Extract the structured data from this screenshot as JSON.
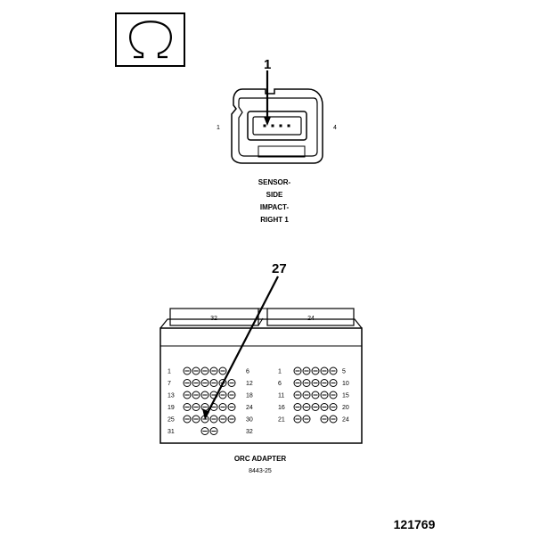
{
  "diagram": {
    "callout_sensor": "1",
    "callout_adapter": "27",
    "sensor_pin_left": "1",
    "sensor_pin_right": "4",
    "sensor_label_lines": [
      "SENSOR-",
      "SIDE",
      "IMPACT-",
      "RIGHT 1"
    ],
    "adapter_left_header": "32",
    "adapter_right_header": "24",
    "adapter_left_rows": [
      {
        "start": "1",
        "end": "6",
        "cavities": 5
      },
      {
        "start": "7",
        "end": "12",
        "cavities": 6
      },
      {
        "start": "13",
        "end": "18",
        "cavities": 6
      },
      {
        "start": "19",
        "end": "24",
        "cavities": 6
      },
      {
        "start": "25",
        "end": "30",
        "cavities": 6
      },
      {
        "start": "31",
        "end": "32",
        "cavities": 2
      }
    ],
    "adapter_right_rows": [
      {
        "start": "1",
        "end": "5",
        "cavities": 5
      },
      {
        "start": "6",
        "end": "10",
        "cavities": 5
      },
      {
        "start": "11",
        "end": "15",
        "cavities": 5
      },
      {
        "start": "16",
        "end": "20",
        "cavities": 5
      },
      {
        "start": "21",
        "end": "24",
        "cavities": 4
      }
    ],
    "adapter_label": "ORC ADAPTER",
    "adapter_part": "8443-25",
    "figure_number": "121769",
    "ohm_symbol": "Ω"
  }
}
